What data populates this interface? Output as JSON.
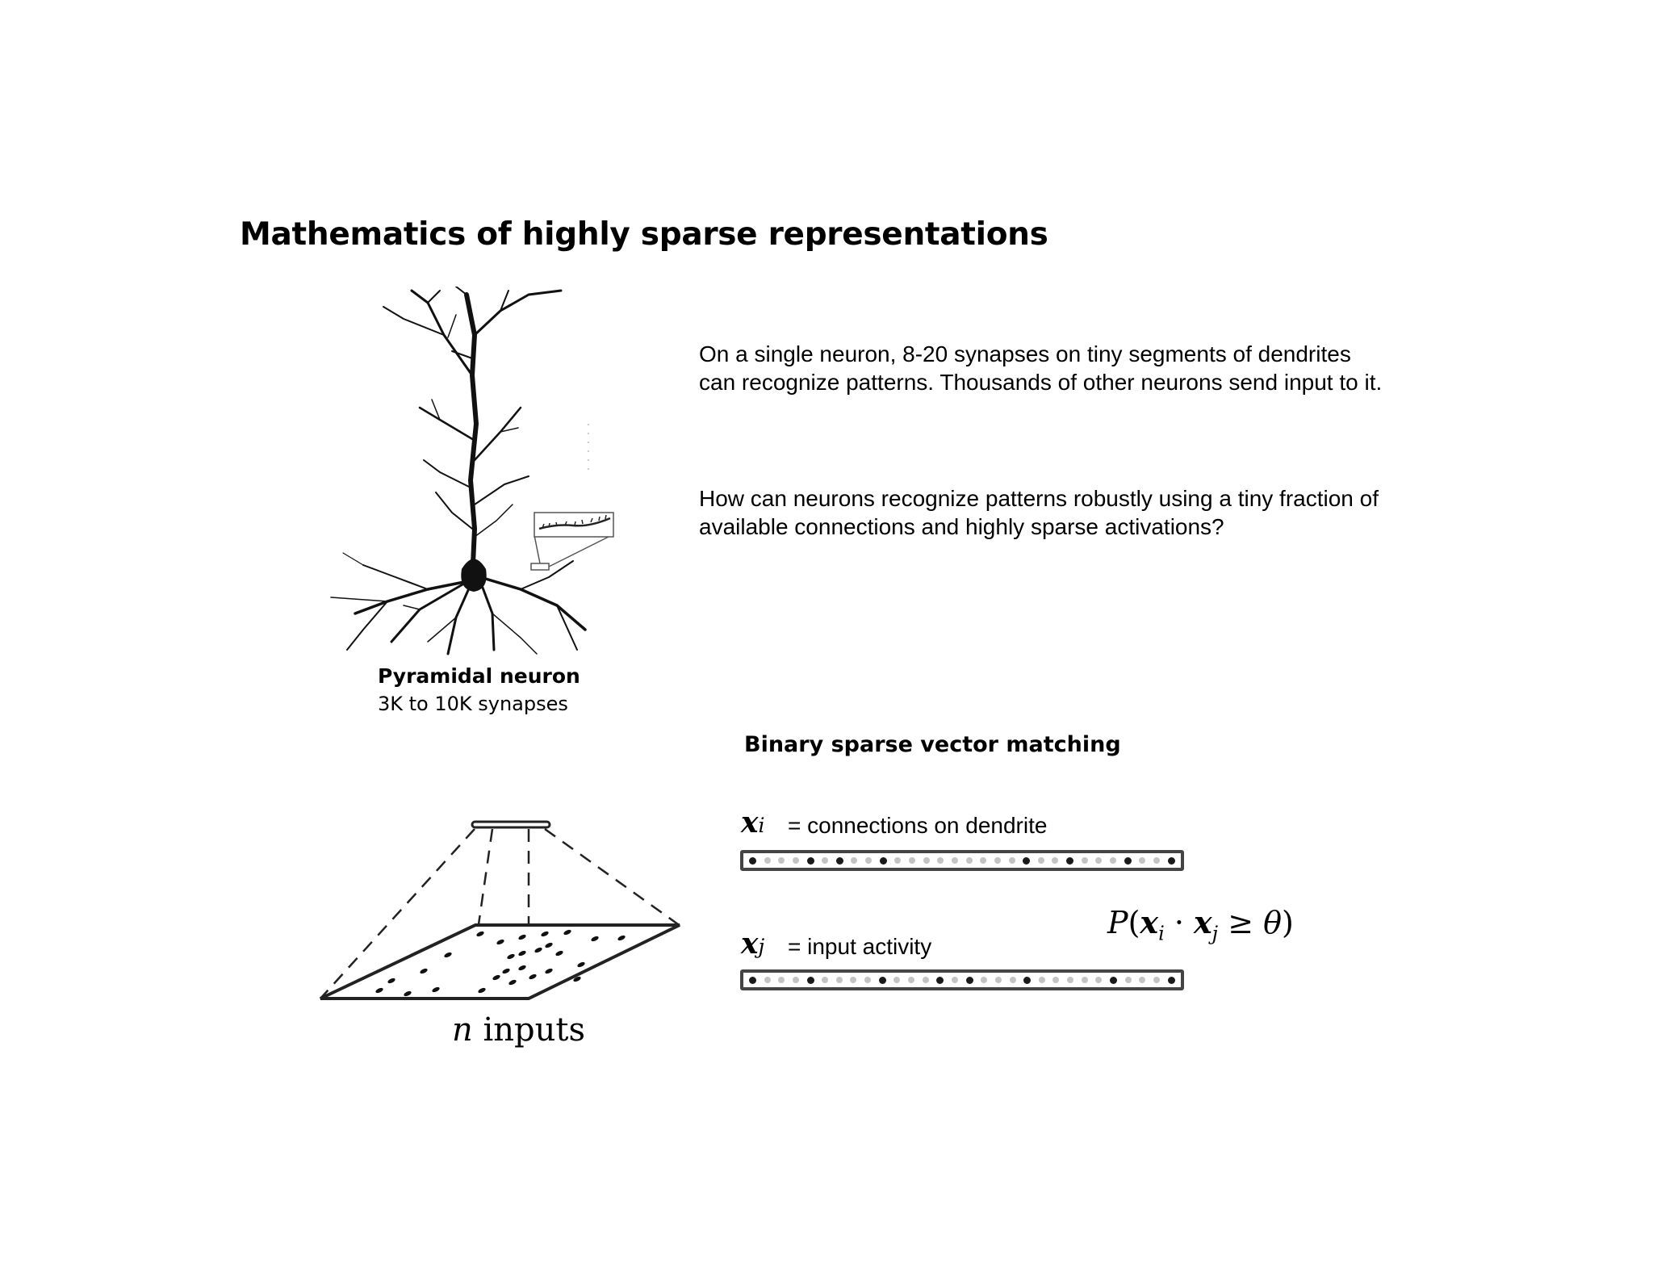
{
  "title": "Mathematics of highly sparse representations",
  "neuron": {
    "name": "Pyramidal neuron",
    "synapses": "3K to 10K synapses"
  },
  "paragraphs": [
    "On a single neuron, 8-20 synapses on tiny segments of dendrites can recognize patterns. Thousands of other neurons send input to it.",
    "How can neurons recognize patterns robustly using a tiny fraction of available connections and highly sparse activations?"
  ],
  "matching": {
    "heading": "Binary sparse vector matching",
    "xi": {
      "symbol": "x",
      "subscript": "i",
      "description": "= connections on dendrite",
      "bits": [
        1,
        0,
        0,
        0,
        1,
        0,
        1,
        0,
        0,
        1,
        0,
        0,
        0,
        0,
        0,
        0,
        0,
        0,
        0,
        1,
        0,
        0,
        1,
        0,
        0,
        0,
        1,
        0,
        0,
        1
      ]
    },
    "xj": {
      "symbol": "x",
      "subscript": "j",
      "description": "= input activity",
      "bits": [
        1,
        0,
        0,
        0,
        1,
        0,
        0,
        0,
        0,
        1,
        0,
        0,
        0,
        1,
        0,
        1,
        0,
        0,
        0,
        1,
        0,
        0,
        0,
        0,
        0,
        1,
        0,
        0,
        0,
        1
      ]
    },
    "formula": {
      "p": "P",
      "open": "(",
      "x1": "x",
      "s1": "i",
      "dot": " · ",
      "x2": "x",
      "s2": "j",
      "ge": " ≥ ",
      "theta": "θ",
      "close": ")"
    }
  },
  "inputs": {
    "n": "n",
    "label": " inputs"
  },
  "colors": {
    "active_dot": "#1a1a1a",
    "inactive_dot": "#c4c4c4",
    "bar_border": "#444444"
  }
}
